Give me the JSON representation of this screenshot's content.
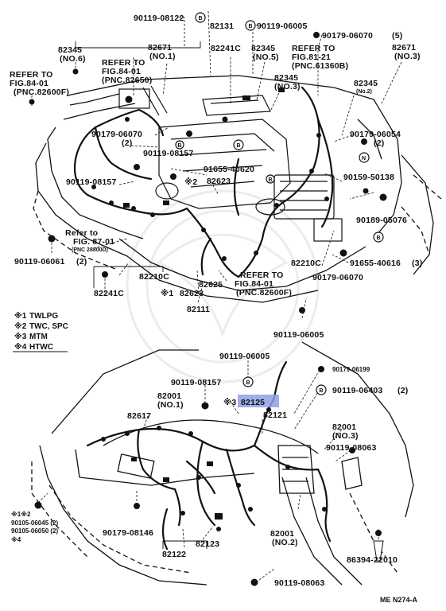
{
  "top_labels": {
    "p_90119_08122": "90119-08122",
    "p_82131": "82131",
    "p_90119_06005_top": "90119-06005",
    "p_90179_06070": "90179-06070",
    "p_90179_06070_qty": "(5)",
    "p_82345_no6": "82345",
    "p_82345_no6_sub": "(NO.6)",
    "p_82671_no1": "82671",
    "p_82671_no1_sub": "(NO.1)",
    "p_82241c_top": "82241C",
    "p_82345_no5": "82345",
    "p_82345_no5_sub": "(NO.5)",
    "p_82671_no3": "82671",
    "p_82671_no3_sub": "(NO.3)",
    "ref1_l1": "REFER TO",
    "ref1_l2": "FIG.84-01",
    "ref1_l3": "(PNC.82600F)",
    "ref2_l1": "REFER TO",
    "ref2_l2": "FIG.84-01",
    "ref2_l3": "(PNC.82650)",
    "ref3_l1": "REFER TO",
    "ref3_l2": "FIG.81-21",
    "ref3_l3": "(PNC.61360B)",
    "p_82345_no3": "82345",
    "p_82345_no3_sub": "(NO.3)",
    "p_82345_no2": "82345",
    "p_82345_no2_sub": "(No.2)",
    "p_90179_06070_2": "90179-06070",
    "p_90179_06070_2_qty": "(2)",
    "p_90179_06054": "90179-06054",
    "p_90179_06054_qty": "(2)",
    "p_90119_08157_a": "90119-08157",
    "p_90119_08157_b": "90119-08157",
    "p_91655_40620": "91655-40620",
    "star2": "※2",
    "p_82623_a": "82623",
    "p_90159_50138": "90159-50138",
    "p_90189_05076": "90189-05076",
    "ref4_l1": "Refer to",
    "ref4_l2": "FIG. 87-01",
    "ref4_l3": "(PNC 28800D)",
    "p_90119_06061": "90119-06061",
    "p_90119_06061_qty": "(2)",
    "p_82210c_a": "82210C",
    "p_82210c_b": "82210C",
    "p_91655_40616": "91655-40616",
    "p_91655_40616_qty": "(3)",
    "p_90179_06070_3": "90179-06070",
    "p_82625": "82625",
    "ref5_l1": "REFER TO",
    "ref5_l2": "FIG.84-01",
    "ref5_l3": "(PNC.82600F)",
    "p_82241c_b": "82241C",
    "star1": "※1",
    "p_82623_b": "82623",
    "p_82111": "82111",
    "p_90119_06005_mid": "90119-06005"
  },
  "legend": {
    "l1_mark": "※1",
    "l1_text": "TWLPG",
    "l2_mark": "※2",
    "l2_text": "TWC, SPC",
    "l3_mark": "※3",
    "l3_text": "MTM",
    "l4_mark": "※4",
    "l4_text": "HTWC"
  },
  "bottom_labels": {
    "p_90119_06005_b": "90119-06005",
    "p_90179_06199": "90179-06199",
    "p_90119_08157_c": "90119-08157",
    "p_82001_no1": "82001",
    "p_82001_no1_sub": "(NO.1)",
    "star3": "※3",
    "p_82125": "82125",
    "p_90119_06403": "90119-06403",
    "p_90119_06403_qty": "(2)",
    "p_82617": "82617",
    "p_82121": "82121",
    "p_82001_no3": "82001",
    "p_82001_no3_sub": "(NO.3)",
    "p_90119_08063_a": "90119-08063",
    "p_90179_08146": "90179-08146",
    "p_82001_no2": "82001",
    "p_82001_no2_sub": "(NO.2)",
    "p_82123": "82123",
    "p_82122": "82122",
    "p_86394_22010": "86394-22010",
    "p_90119_08063_b": "90119-08063",
    "note_l1": "※1※2",
    "note_l2": "90105-06045 (2)",
    "note_l3": "90105-06050 (2)",
    "note_l4": "※4",
    "footer": "ME  N274-A"
  },
  "bolt_marks": {
    "B": "B",
    "N": "N"
  }
}
